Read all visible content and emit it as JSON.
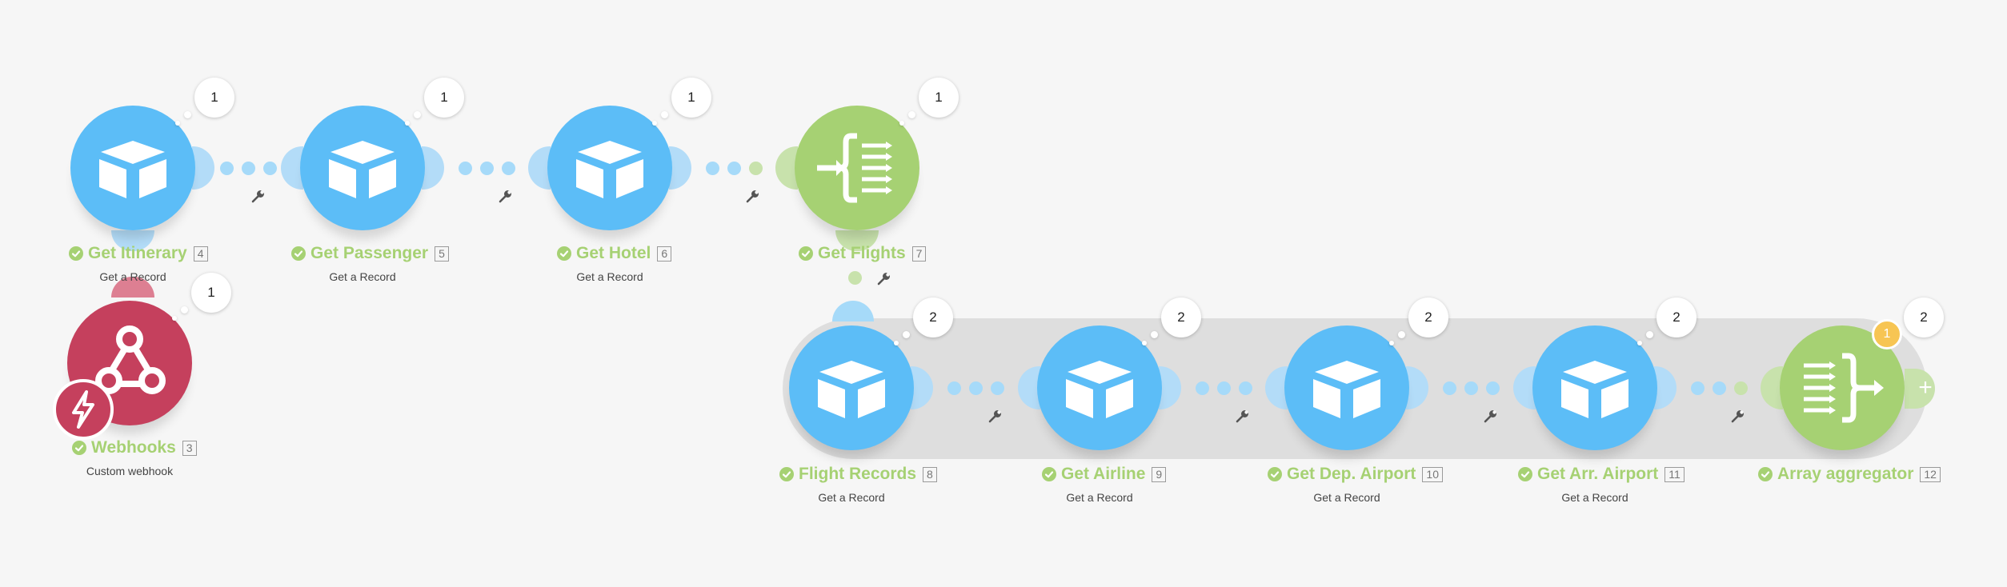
{
  "scenario": {
    "modules": [
      {
        "id": "itinerary",
        "title": "Get Itinerary",
        "number": "4",
        "subtitle": "Get a Record",
        "app": "airtable",
        "bubble": "1"
      },
      {
        "id": "passenger",
        "title": "Get Passenger",
        "number": "5",
        "subtitle": "Get a Record",
        "app": "airtable",
        "bubble": "1"
      },
      {
        "id": "hotel",
        "title": "Get Hotel",
        "number": "6",
        "subtitle": "Get a Record",
        "app": "airtable",
        "bubble": "1"
      },
      {
        "id": "flights",
        "title": "Get Flights",
        "number": "7",
        "subtitle": "",
        "app": "iterator",
        "bubble": "1"
      },
      {
        "id": "webhooks",
        "title": "Webhooks",
        "number": "3",
        "subtitle": "Custom webhook",
        "app": "webhooks",
        "bubble": "1"
      },
      {
        "id": "flight-records",
        "title": "Flight Records",
        "number": "8",
        "subtitle": "Get a Record",
        "app": "airtable",
        "bubble": "2"
      },
      {
        "id": "airline",
        "title": "Get Airline",
        "number": "9",
        "subtitle": "Get a Record",
        "app": "airtable",
        "bubble": "2"
      },
      {
        "id": "dep-airport",
        "title": "Get Dep. Airport",
        "number": "10",
        "subtitle": "Get a Record",
        "app": "airtable",
        "bubble": "2"
      },
      {
        "id": "arr-airport",
        "title": "Get Arr. Airport",
        "number": "11",
        "subtitle": "Get a Record",
        "app": "airtable",
        "bubble": "2"
      },
      {
        "id": "aggregator",
        "title": "Array aggregator",
        "number": "12",
        "subtitle": "",
        "app": "aggregator",
        "bubble": "2",
        "badge": "1"
      }
    ]
  },
  "colors": {
    "airtable_blue": "#5cbdf7",
    "flow_green": "#a6d173",
    "webhook_red": "#c5405d",
    "group_band": "#dedede",
    "background": "#f6f6f6",
    "status_badge": "#f7c553"
  }
}
